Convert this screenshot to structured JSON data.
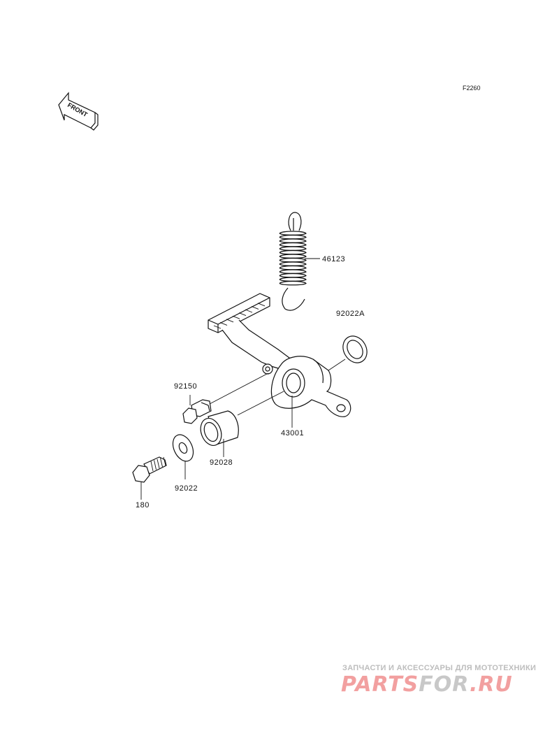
{
  "diagram": {
    "code": "F2260",
    "front_text": "FRONT"
  },
  "parts": [
    {
      "number": "46123",
      "name": "spring"
    },
    {
      "number": "92022A",
      "name": "washer"
    },
    {
      "number": "92150",
      "name": "bolt"
    },
    {
      "number": "43001",
      "name": "brake-pedal"
    },
    {
      "number": "92028",
      "name": "bushing"
    },
    {
      "number": "92022",
      "name": "washer"
    },
    {
      "number": "180",
      "name": "bolt"
    }
  ],
  "watermark": {
    "tagline": "ЗАПЧАСТИ И АКСЕССУАРЫ ДЛЯ МОТОТЕХНИКИ",
    "brand_part1": "PARTS",
    "brand_part2": "FOR",
    "brand_part3": ".RU",
    "colors": {
      "red": "#f2a0a0",
      "gray": "#c8c8c8"
    }
  }
}
